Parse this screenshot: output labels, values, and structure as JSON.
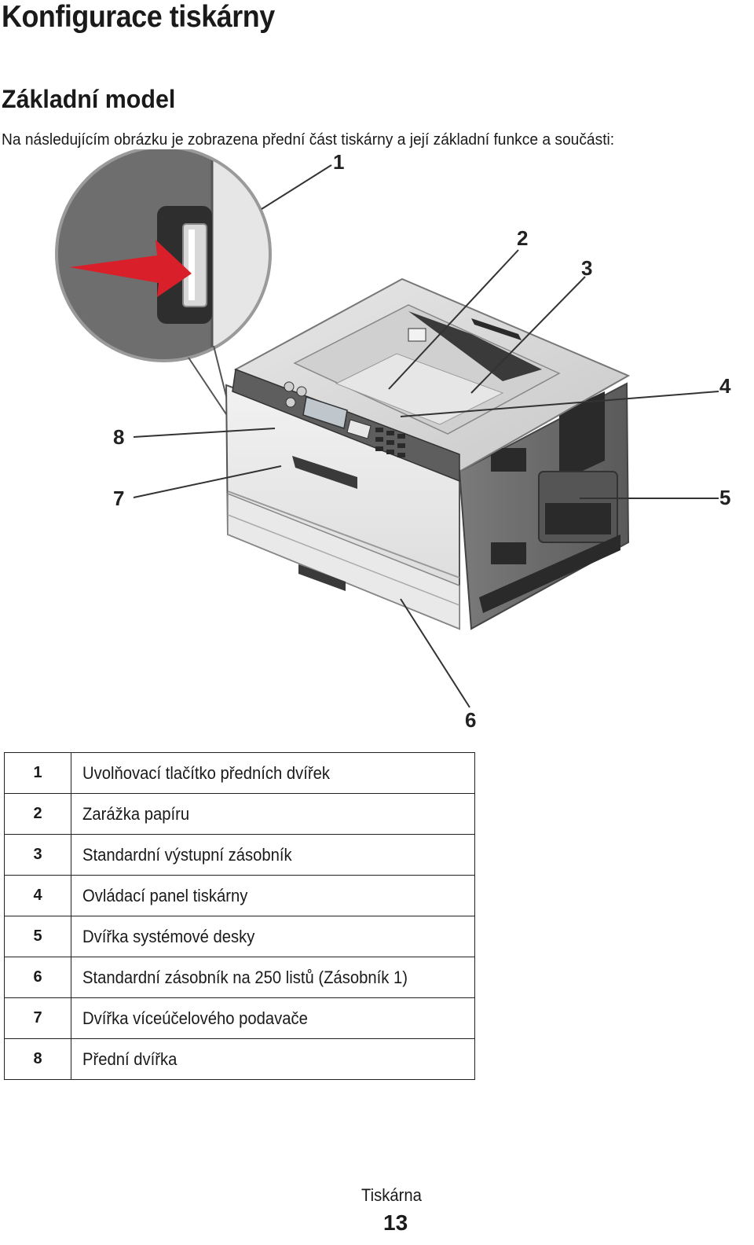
{
  "page": {
    "title": "Konfigurace tiskárny",
    "section_title": "Základní model",
    "intro": "Na následujícím obrázku je zobrazena přední část tiskárny a její základní funkce a součásti:"
  },
  "figure": {
    "callouts": [
      "1",
      "2",
      "3",
      "4",
      "5",
      "6",
      "7",
      "8"
    ]
  },
  "legend": [
    {
      "num": "1",
      "text": "Uvolňovací tlačítko předních dvířek"
    },
    {
      "num": "2",
      "text": "Zarážka papíru"
    },
    {
      "num": "3",
      "text": "Standardní výstupní zásobník"
    },
    {
      "num": "4",
      "text": "Ovládací panel tiskárny"
    },
    {
      "num": "5",
      "text": "Dvířka systémové desky"
    },
    {
      "num": "6",
      "text": "Standardní zásobník na 250 listů (Zásobník 1)"
    },
    {
      "num": "7",
      "text": "Dvířka víceúčelového podavače"
    },
    {
      "num": "8",
      "text": "Přední dvířka"
    }
  ],
  "footer": {
    "label": "Tiskárna",
    "page_number": "13"
  },
  "colors": {
    "accent_arrow": "#d9202a"
  }
}
